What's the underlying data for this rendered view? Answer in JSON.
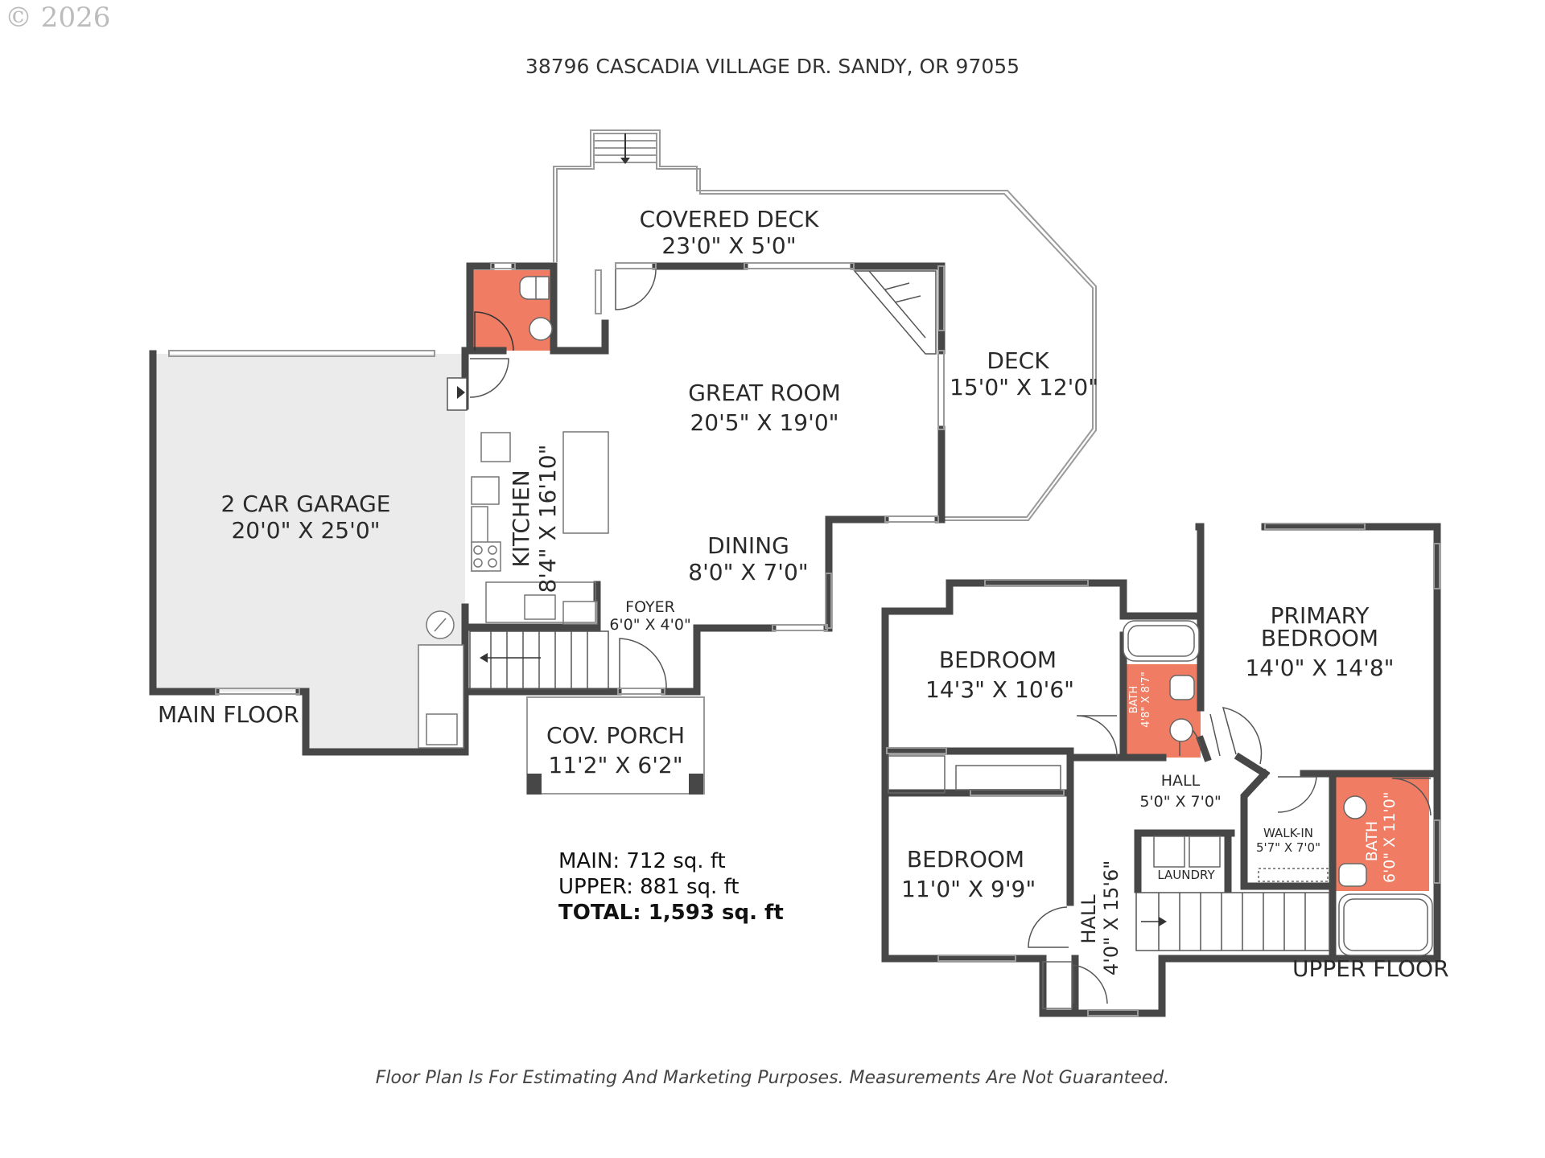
{
  "copyright": "© 2026",
  "address": "38796 CASCADIA VILLAGE DR. SANDY, OR 97055",
  "disclaimer": "Floor Plan Is For Estimating And Marketing Purposes. Measurements Are Not Guaranteed.",
  "floors": {
    "main": "MAIN FLOOR",
    "upper": "UPPER FLOOR"
  },
  "rooms": {
    "covered_deck": {
      "name": "COVERED DECK",
      "size": "23'0\" X 5'0\""
    },
    "deck": {
      "name": "DECK",
      "size": "15'0\" X 12'0\""
    },
    "great_room": {
      "name": "GREAT ROOM",
      "size": "20'5\" X 19'0\""
    },
    "kitchen": {
      "name": "KITCHEN",
      "size": "8'4\" X 16'10\""
    },
    "dining": {
      "name": "DINING",
      "size": "8'0\" X 7'0\""
    },
    "foyer": {
      "name": "FOYER",
      "size": "6'0\" X 4'0\""
    },
    "garage": {
      "name": "2 CAR GARAGE",
      "size": "20'0\" X 25'0\""
    },
    "porch": {
      "name": "COV. PORCH",
      "size": "11'2\" X 6'2\""
    },
    "bedroom_2": {
      "name": "BEDROOM",
      "size": "14'3\" X 10'6\""
    },
    "bath_2": {
      "name": "BATH",
      "size": "4'8\" X 8'7\""
    },
    "primary": {
      "name": "PRIMARY\nBEDROOM",
      "size": "14'0\" X 14'8\""
    },
    "hall_upper": {
      "name": "HALL",
      "size": "5'0\" X 7'0\""
    },
    "laundry": {
      "name": "LAUNDRY"
    },
    "walkin": {
      "name": "WALK-IN",
      "size": "5'7\" X 7'0\""
    },
    "primary_bath": {
      "name": "BATH",
      "size": "6'0\" X 11'0\""
    },
    "bedroom_3": {
      "name": "BEDROOM",
      "size": "11'0\" X 9'9\""
    },
    "hall_stair": {
      "name": "HALL",
      "size": "4'0\" X 15'6\""
    }
  },
  "totals": {
    "main": "MAIN: 712 sq. ft",
    "upper": "UPPER: 881 sq. ft",
    "total": "TOTAL: 1,593 sq. ft"
  },
  "colors": {
    "wall": "#474747",
    "bathroom": "#f07d63",
    "garage_floor": "#ebebeb",
    "outline": "#9a9a9a",
    "text": "#2a2a2a"
  }
}
